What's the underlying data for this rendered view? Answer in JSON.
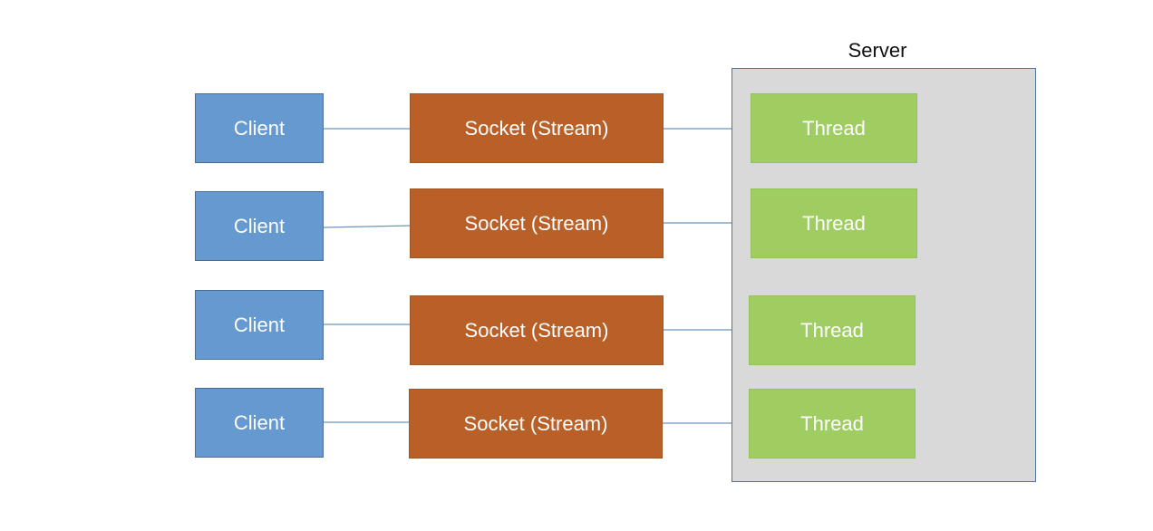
{
  "server": {
    "title": "Server"
  },
  "rows": [
    {
      "client": "Client",
      "socket": "Socket (Stream)",
      "thread": "Thread"
    },
    {
      "client": "Client",
      "socket": "Socket (Stream)",
      "thread": "Thread"
    },
    {
      "client": "Client",
      "socket": "Socket (Stream)",
      "thread": "Thread"
    },
    {
      "client": "Client",
      "socket": "Socket (Stream)",
      "thread": "Thread"
    }
  ],
  "colors": {
    "client": "#6699cf",
    "socket": "#b95f28",
    "thread": "#9fcd62",
    "server_bg": "#d9d9d9",
    "connector": "#6f93c2"
  }
}
